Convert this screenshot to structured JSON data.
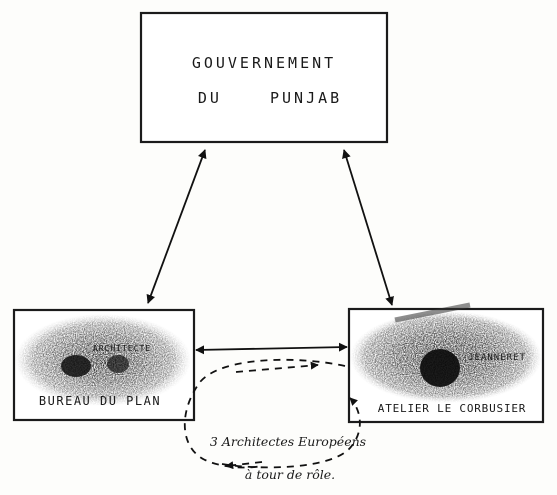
{
  "diagram": {
    "government": {
      "line1": "GOUVERNEMENT",
      "line2": "DU    PUNJAB"
    },
    "bureau": {
      "label": "BUREAU DU PLAN",
      "sub": "ARCHITECTE"
    },
    "atelier": {
      "label": "ATELIER LE CORBUSIER",
      "sub": "JEANNERET"
    },
    "note": {
      "line1": "3 Architectes Européens",
      "line2": "à tour de rôle."
    }
  }
}
